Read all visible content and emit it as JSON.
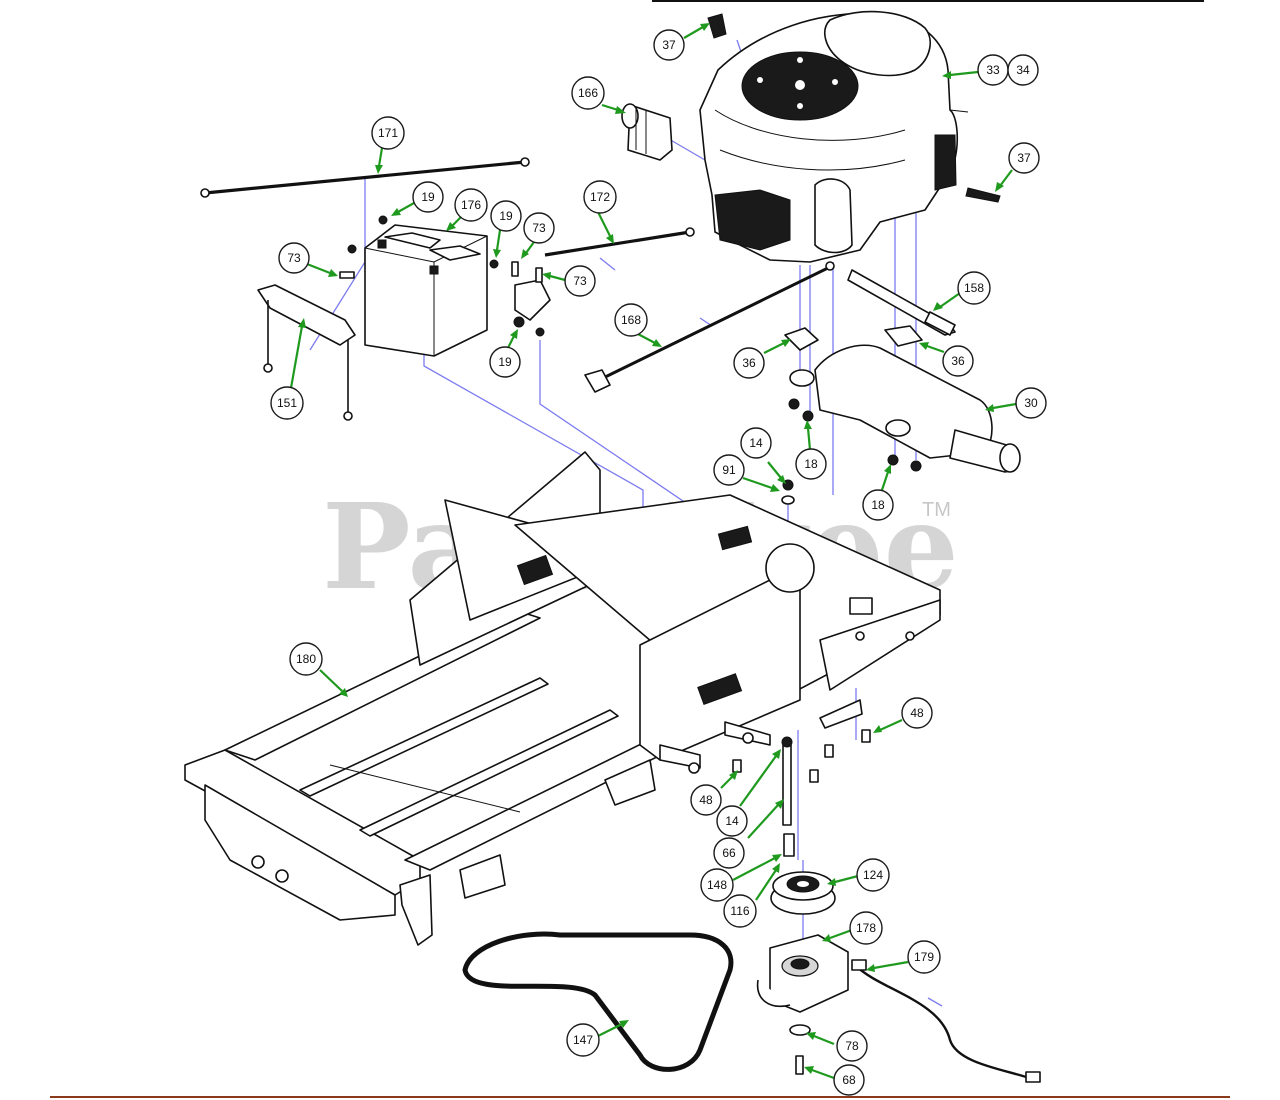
{
  "watermark": {
    "text": "PartsTree",
    "tm": "TM"
  },
  "callouts": [
    {
      "id": "37a",
      "label": "37"
    },
    {
      "id": "33",
      "label": "33"
    },
    {
      "id": "34",
      "label": "34"
    },
    {
      "id": "166",
      "label": "166"
    },
    {
      "id": "37b",
      "label": "37"
    },
    {
      "id": "171",
      "label": "171"
    },
    {
      "id": "19a",
      "label": "19"
    },
    {
      "id": "176",
      "label": "176"
    },
    {
      "id": "19b",
      "label": "19"
    },
    {
      "id": "73a",
      "label": "73"
    },
    {
      "id": "172",
      "label": "172"
    },
    {
      "id": "73b",
      "label": "73"
    },
    {
      "id": "73c",
      "label": "73"
    },
    {
      "id": "158",
      "label": "158"
    },
    {
      "id": "168",
      "label": "168"
    },
    {
      "id": "151",
      "label": "151"
    },
    {
      "id": "19c",
      "label": "19"
    },
    {
      "id": "36a",
      "label": "36"
    },
    {
      "id": "36b",
      "label": "36"
    },
    {
      "id": "30",
      "label": "30"
    },
    {
      "id": "14a",
      "label": "14"
    },
    {
      "id": "91",
      "label": "91"
    },
    {
      "id": "18a",
      "label": "18"
    },
    {
      "id": "18b",
      "label": "18"
    },
    {
      "id": "180",
      "label": "180"
    },
    {
      "id": "48a",
      "label": "48"
    },
    {
      "id": "48b",
      "label": "48"
    },
    {
      "id": "14b",
      "label": "14"
    },
    {
      "id": "66",
      "label": "66"
    },
    {
      "id": "124",
      "label": "124"
    },
    {
      "id": "148",
      "label": "148"
    },
    {
      "id": "116",
      "label": "116"
    },
    {
      "id": "178",
      "label": "178"
    },
    {
      "id": "179",
      "label": "179"
    },
    {
      "id": "147",
      "label": "147"
    },
    {
      "id": "78",
      "label": "78"
    },
    {
      "id": "68",
      "label": "68"
    }
  ],
  "colors": {
    "leader": "#1f9a1f",
    "guide": "#7b7bf0",
    "rule": "#8a3a1a"
  }
}
